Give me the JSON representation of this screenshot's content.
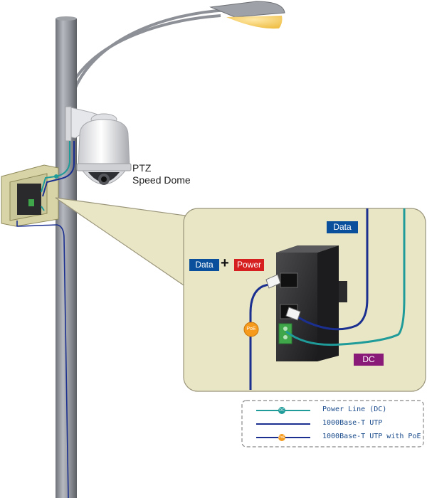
{
  "camera": {
    "label_line1": "PTZ",
    "label_line2": "Speed Dome"
  },
  "labels": {
    "data_top": "Data",
    "data_left": "Data",
    "plus": "+",
    "power": "Power",
    "dc": "DC",
    "poe_badge": "PoE"
  },
  "legend": {
    "items": [
      {
        "label": "Power Line (DC)",
        "badge": "DC",
        "color": "#1f9b99"
      },
      {
        "label": "1000Base-T UTP",
        "badge": "",
        "color": "#1a2f8f"
      },
      {
        "label": "1000Base-T UTP with PoE",
        "badge": "PoE",
        "color": "#1a2f8f"
      }
    ]
  },
  "colors": {
    "data_tag": "#0a4f9c",
    "power_tag": "#d62020",
    "dc_tag": "#8a1a78",
    "dc_cable": "#1f9b99",
    "utp_cable": "#1a2f8f",
    "poe_badge": "#f59a1a",
    "callout_fill": "#e9e6c6"
  }
}
